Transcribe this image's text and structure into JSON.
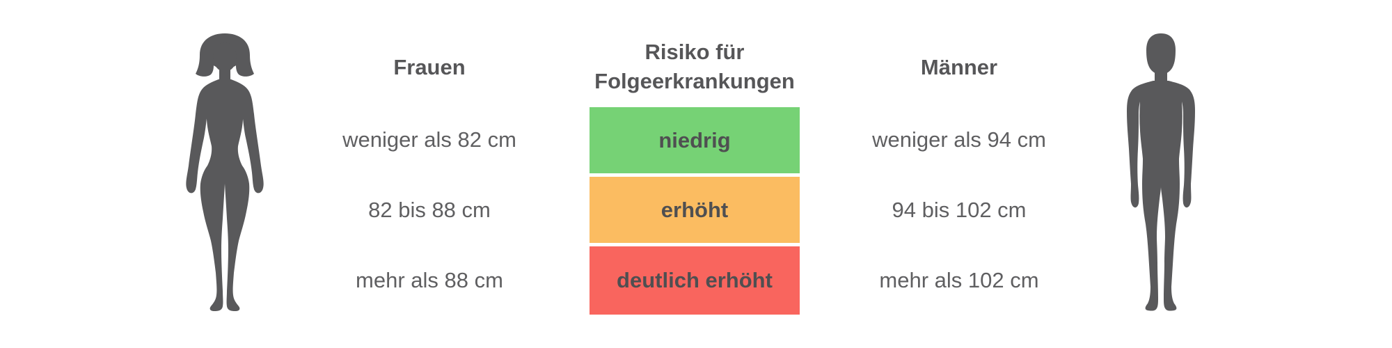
{
  "figures": {
    "female_icon": "female-body-silhouette",
    "male_icon": "male-body-silhouette"
  },
  "table": {
    "women": {
      "header": "Frauen",
      "rows": [
        "weniger als 82 cm",
        "82 bis 88 cm",
        "mehr als 88 cm"
      ]
    },
    "risk": {
      "header_line1": "Risiko für",
      "header_line2": "Folgeerkrankungen",
      "levels": [
        {
          "label": "niedrig",
          "color": "#76d275"
        },
        {
          "label": "erhöht",
          "color": "#fbbc61"
        },
        {
          "label": "deutlich erhöht",
          "color": "#f9655e"
        }
      ]
    },
    "men": {
      "header": "Männer",
      "rows": [
        "weniger als 94 cm",
        "94 bis 102 cm",
        "mehr als 102 cm"
      ]
    }
  },
  "colors": {
    "background": "#ffffff",
    "silhouette": "#59595b",
    "header_text": "#565658",
    "value_text": "#5f5f61",
    "level_label_text": "#4f4f51"
  }
}
